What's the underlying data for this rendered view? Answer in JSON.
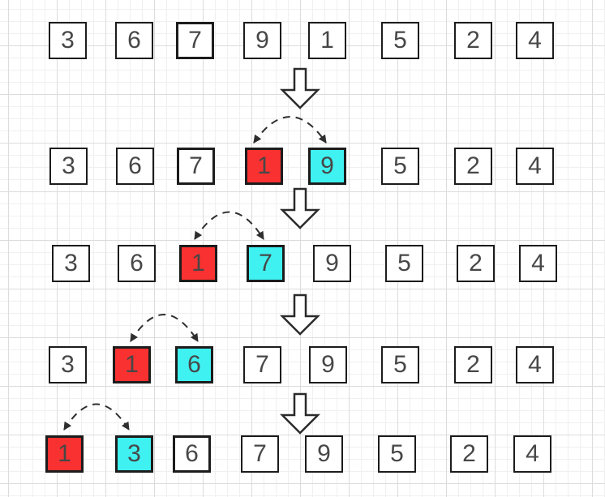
{
  "colors": {
    "highlight_red": "#f93131",
    "highlight_cyan": "#3ff1f1",
    "box_fill": "#ffffff",
    "box_border": "#1c1c1c",
    "digit_text": "#474747",
    "arrow_stroke": "#2a2a2a",
    "arc_stroke": "#2e2e2e",
    "grid_minor": "#f0f0f0",
    "grid_major": "#dcdcdc",
    "background": "#ffffff"
  },
  "icons": {
    "down_arrow": "down-arrow-icon",
    "swap_arc": "swap-arc-icon"
  },
  "array_rows": [
    {
      "boxes": [
        {
          "value": "3",
          "state": "plain"
        },
        {
          "value": "6",
          "state": "plain"
        },
        {
          "value": "7",
          "state": "plain-thick"
        },
        {
          "value": "9",
          "state": "plain"
        },
        {
          "value": "1",
          "state": "plain"
        },
        {
          "value": "5",
          "state": "plain"
        },
        {
          "value": "2",
          "state": "plain"
        },
        {
          "value": "4",
          "state": "plain"
        }
      ]
    },
    {
      "boxes": [
        {
          "value": "3",
          "state": "plain"
        },
        {
          "value": "6",
          "state": "plain"
        },
        {
          "value": "7",
          "state": "plain-thick"
        },
        {
          "value": "1",
          "state": "red-thick"
        },
        {
          "value": "9",
          "state": "cyan-thick"
        },
        {
          "value": "5",
          "state": "plain"
        },
        {
          "value": "2",
          "state": "plain"
        },
        {
          "value": "4",
          "state": "plain"
        }
      ]
    },
    {
      "boxes": [
        {
          "value": "3",
          "state": "plain"
        },
        {
          "value": "6",
          "state": "plain"
        },
        {
          "value": "1",
          "state": "red-thick"
        },
        {
          "value": "7",
          "state": "cyan-thick"
        },
        {
          "value": "9",
          "state": "plain"
        },
        {
          "value": "5",
          "state": "plain"
        },
        {
          "value": "2",
          "state": "plain"
        },
        {
          "value": "4",
          "state": "plain"
        }
      ]
    },
    {
      "boxes": [
        {
          "value": "3",
          "state": "plain"
        },
        {
          "value": "1",
          "state": "red-thick"
        },
        {
          "value": "6",
          "state": "cyan-thick"
        },
        {
          "value": "7",
          "state": "plain"
        },
        {
          "value": "9",
          "state": "plain"
        },
        {
          "value": "5",
          "state": "plain"
        },
        {
          "value": "2",
          "state": "plain"
        },
        {
          "value": "4",
          "state": "plain"
        }
      ]
    },
    {
      "boxes": [
        {
          "value": "1",
          "state": "red-thick"
        },
        {
          "value": "3",
          "state": "cyan-thick"
        },
        {
          "value": "6",
          "state": "plain-thick"
        },
        {
          "value": "7",
          "state": "plain"
        },
        {
          "value": "9",
          "state": "plain"
        },
        {
          "value": "5",
          "state": "plain"
        },
        {
          "value": "2",
          "state": "plain"
        },
        {
          "value": "4",
          "state": "plain"
        }
      ]
    }
  ]
}
